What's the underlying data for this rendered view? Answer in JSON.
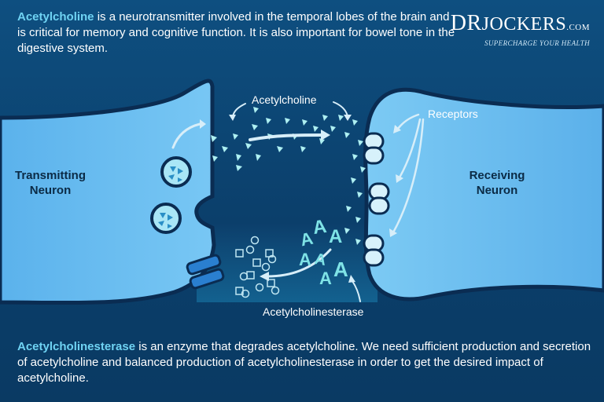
{
  "intro": {
    "keyword": "Acetylcholine",
    "text": " is a neurotransmitter involved in the temporal lobes of the brain and is critical for memory and cognitive function. It is also important for bowel tone in the digestive system."
  },
  "brand": {
    "name_dr": "Dr",
    "name_main": "Jockers",
    "domain": ".com",
    "tagline": "SUPERCHARGE YOUR HEALTH"
  },
  "labels": {
    "acetylcholine": "Acetylcholine",
    "receptors": "Receptors",
    "transmitting_line1": "Transmitting",
    "transmitting_line2": "Neuron",
    "receiving_line1": "Receiving",
    "receiving_line2": "Neuron",
    "enzyme": "Acetylcholinesterase",
    "enzyme_letter": "A"
  },
  "outro": {
    "keyword": "Acetylcholinesterase",
    "text": " is an enzyme that degrades acetylcholine. We need sufficient production and secretion of acetylcholine and balanced production of acetylcholinesterase in order to get the desired impact of acetylcholine."
  },
  "colors": {
    "neuron_fill": "#6fc0f2",
    "neuron_outline": "#0a2c52",
    "keyword": "#6fd3f3",
    "molecule": "#aef0f2",
    "enzyme": "#7fe3e6"
  }
}
